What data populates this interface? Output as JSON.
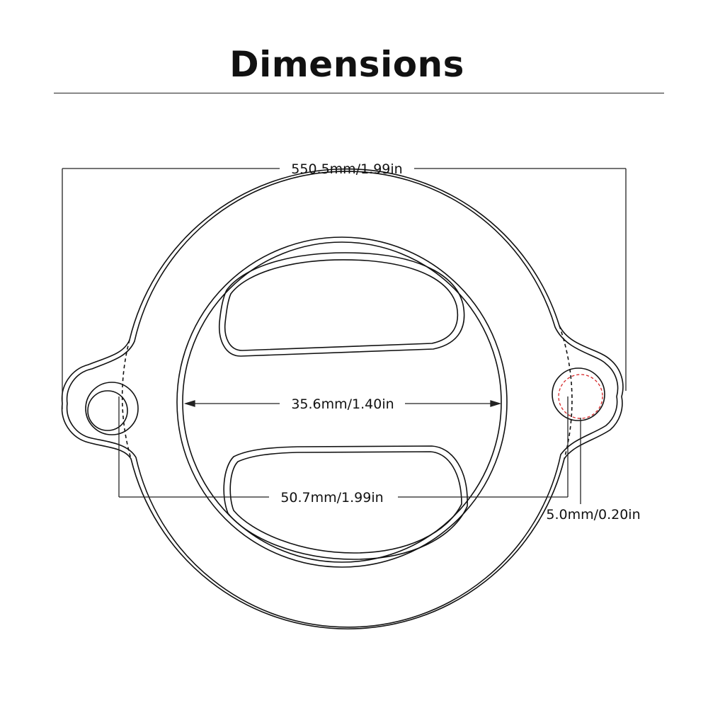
{
  "title": "Dimensions",
  "dimensions": {
    "overall_width": "550.5mm/1.99in",
    "inner_diameter": "35.6mm/1.40in",
    "hole_spacing": "50.7mm/1.99in",
    "hole_diameter": "5.0mm/0.20in"
  },
  "colors": {
    "line": "#111111",
    "hole_highlight": "#d62728"
  }
}
